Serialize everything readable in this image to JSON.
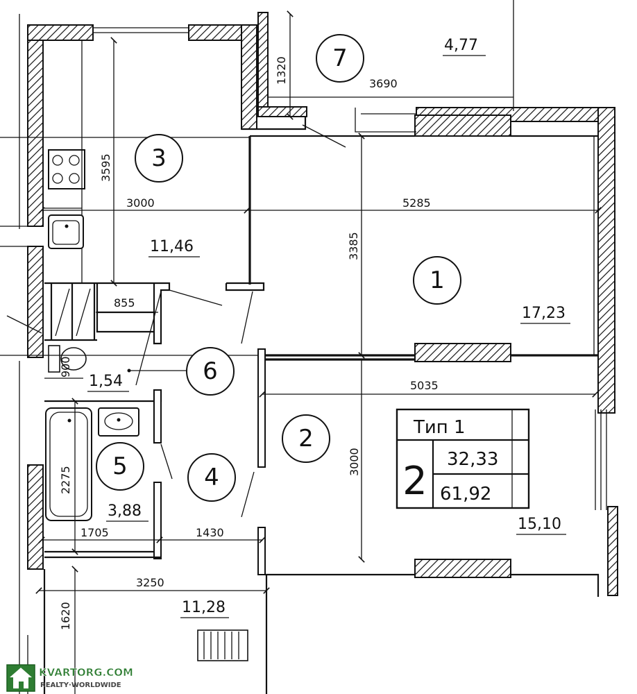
{
  "rooms": [
    {
      "number": "1",
      "area": "17,23"
    },
    {
      "number": "2",
      "area": "15,10"
    },
    {
      "number": "3",
      "area": "11,46"
    },
    {
      "number": "4",
      "area": ""
    },
    {
      "number": "5",
      "area": "3,88"
    },
    {
      "number": "6",
      "area": "1,54"
    },
    {
      "number": "7",
      "area": "4,77"
    }
  ],
  "hall_area": "11,28",
  "dimensions": {
    "balcony_depth": "1320",
    "balcony_width": "3690",
    "kitchen_depth": "3595",
    "kitchen_width": "3000",
    "room1_width": "5285",
    "room1_depth": "3385",
    "wc_width": "855",
    "wc_depth": "900",
    "room2_width": "5035",
    "room2_depth": "3000",
    "bath_depth": "2275",
    "bath_width": "1705",
    "corridor_width": "1430",
    "hall_width": "3250",
    "hall_depth": "1620"
  },
  "type_table": {
    "title": "Тип 1",
    "rooms_count": "2",
    "living_area": "32,33",
    "total_area": "61,92"
  },
  "watermark": {
    "line1": "KVARTORG.COM",
    "line2": "REALTY·WORLDWIDE"
  }
}
